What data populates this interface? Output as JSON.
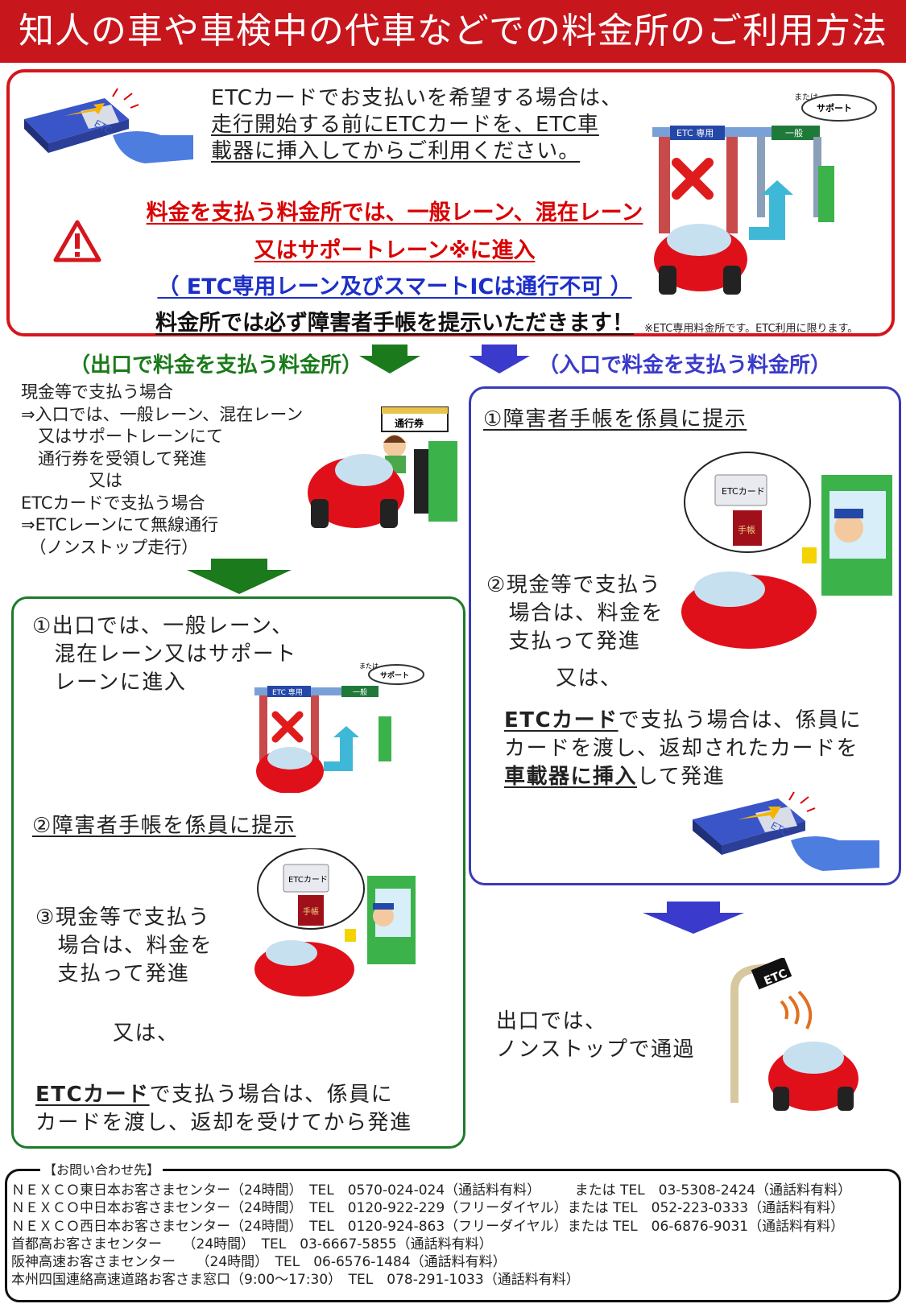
{
  "title": "知人の車や車検中の代車などでの料金所のご利用方法",
  "top": {
    "intro_lines": [
      "ETCカードでお支払いを希望する場合は、",
      "走行開始する前にETCカードを、ETC車",
      "載器に挿入してからご利用ください。"
    ],
    "red_lines": [
      "料金を支払う料金所では、一般レーン、混在レーン",
      "又はサポートレーン※に進入"
    ],
    "blue_line": "（ ETC専用レーン及びスマートICは通行不可 ）",
    "black_line": "料金所では必ず障害者手帳を提示いただきます！",
    "footnote": "※ETC専用料金所です。ETC利用に限ります。",
    "gate_labels": {
      "etc": "ETC 専用",
      "general": "一般",
      "support": "サポート",
      "or": "または"
    }
  },
  "exit_section": {
    "title": "（出口で料金を支払う料金所）",
    "ticket_label": "通行券",
    "cash_lines": [
      "現金等で支払う場合",
      "⇒入口では、一般レーン、混在レーン",
      "　又はサポートレーンにて",
      "　通行券を受領して発進",
      "　　　　又は",
      "ETCカードで支払う場合",
      "⇒ETCレーンにて無線通行",
      "　（ノンストップ走行）"
    ],
    "step1_lines": [
      "①出口では、一般レーン、",
      "　混在レーン又はサポート",
      "　レーンに進入"
    ],
    "step2": "②障害者手帳を係員に提示",
    "step3_lines": [
      "③現金等で支払う",
      "　場合は、料金を",
      "　支払って発進"
    ],
    "or_text": "又は、",
    "etc_word": "ETCカード",
    "etc_rest": "で支払う場合は、係員に",
    "etc_line2": "カードを渡し、返却を受けてから発進"
  },
  "entry_section": {
    "title": "（入口で料金を支払う料金所）",
    "step1": "①障害者手帳を係員に提示",
    "step2_lines": [
      "②現金等で支払う",
      "　場合は、料金を",
      "　支払って発進"
    ],
    "or_text": "又は、",
    "etc_word": "ETCカード",
    "etc_rest": "で支払う場合は、係員に",
    "etc_line2": "カードを渡し、返却されたカードを",
    "etc_word2": "車載器に挿入",
    "etc_rest2": "して発進",
    "exit_lines": [
      "出口では、",
      "ノンストップで通過"
    ],
    "card_labels": {
      "etc_card": "ETCカード",
      "techo": "手帳",
      "etc_sign": "ETC"
    }
  },
  "contact": {
    "label": "【お問い合わせ先】",
    "lines": [
      "ＮＥＸＣＯ東日本お客さまセンター（24時間）　TEL　0570-024-024（通話料有料）　　　または TEL　03-5308-2424（通話料有料）",
      "ＮＥＸＣＯ中日本お客さまセンター（24時間）　TEL　0120-922-229（フリーダイヤル）または TEL　052-223-0333（通話料有料）",
      "ＮＥＸＣＯ西日本お客さまセンター（24時間）　TEL　0120-924-863（フリーダイヤル）または TEL　06-6876-9031（通話料有料）",
      "首都高お客さまセンター　　（24時間）　TEL　03-6667-5855（通話料有料）",
      "阪神高速お客さまセンター　　（24時間）　TEL　06-6576-1484（通話料有料）",
      "本州四国連絡高速道路お客さま窓口（9:00～17:30）　TEL　078-291-1033（通話料有料）"
    ]
  },
  "colors": {
    "red": "#c8161d",
    "green": "#1d7a2a",
    "purple": "#3b3ab8",
    "blue_text": "#1c2fc8"
  }
}
